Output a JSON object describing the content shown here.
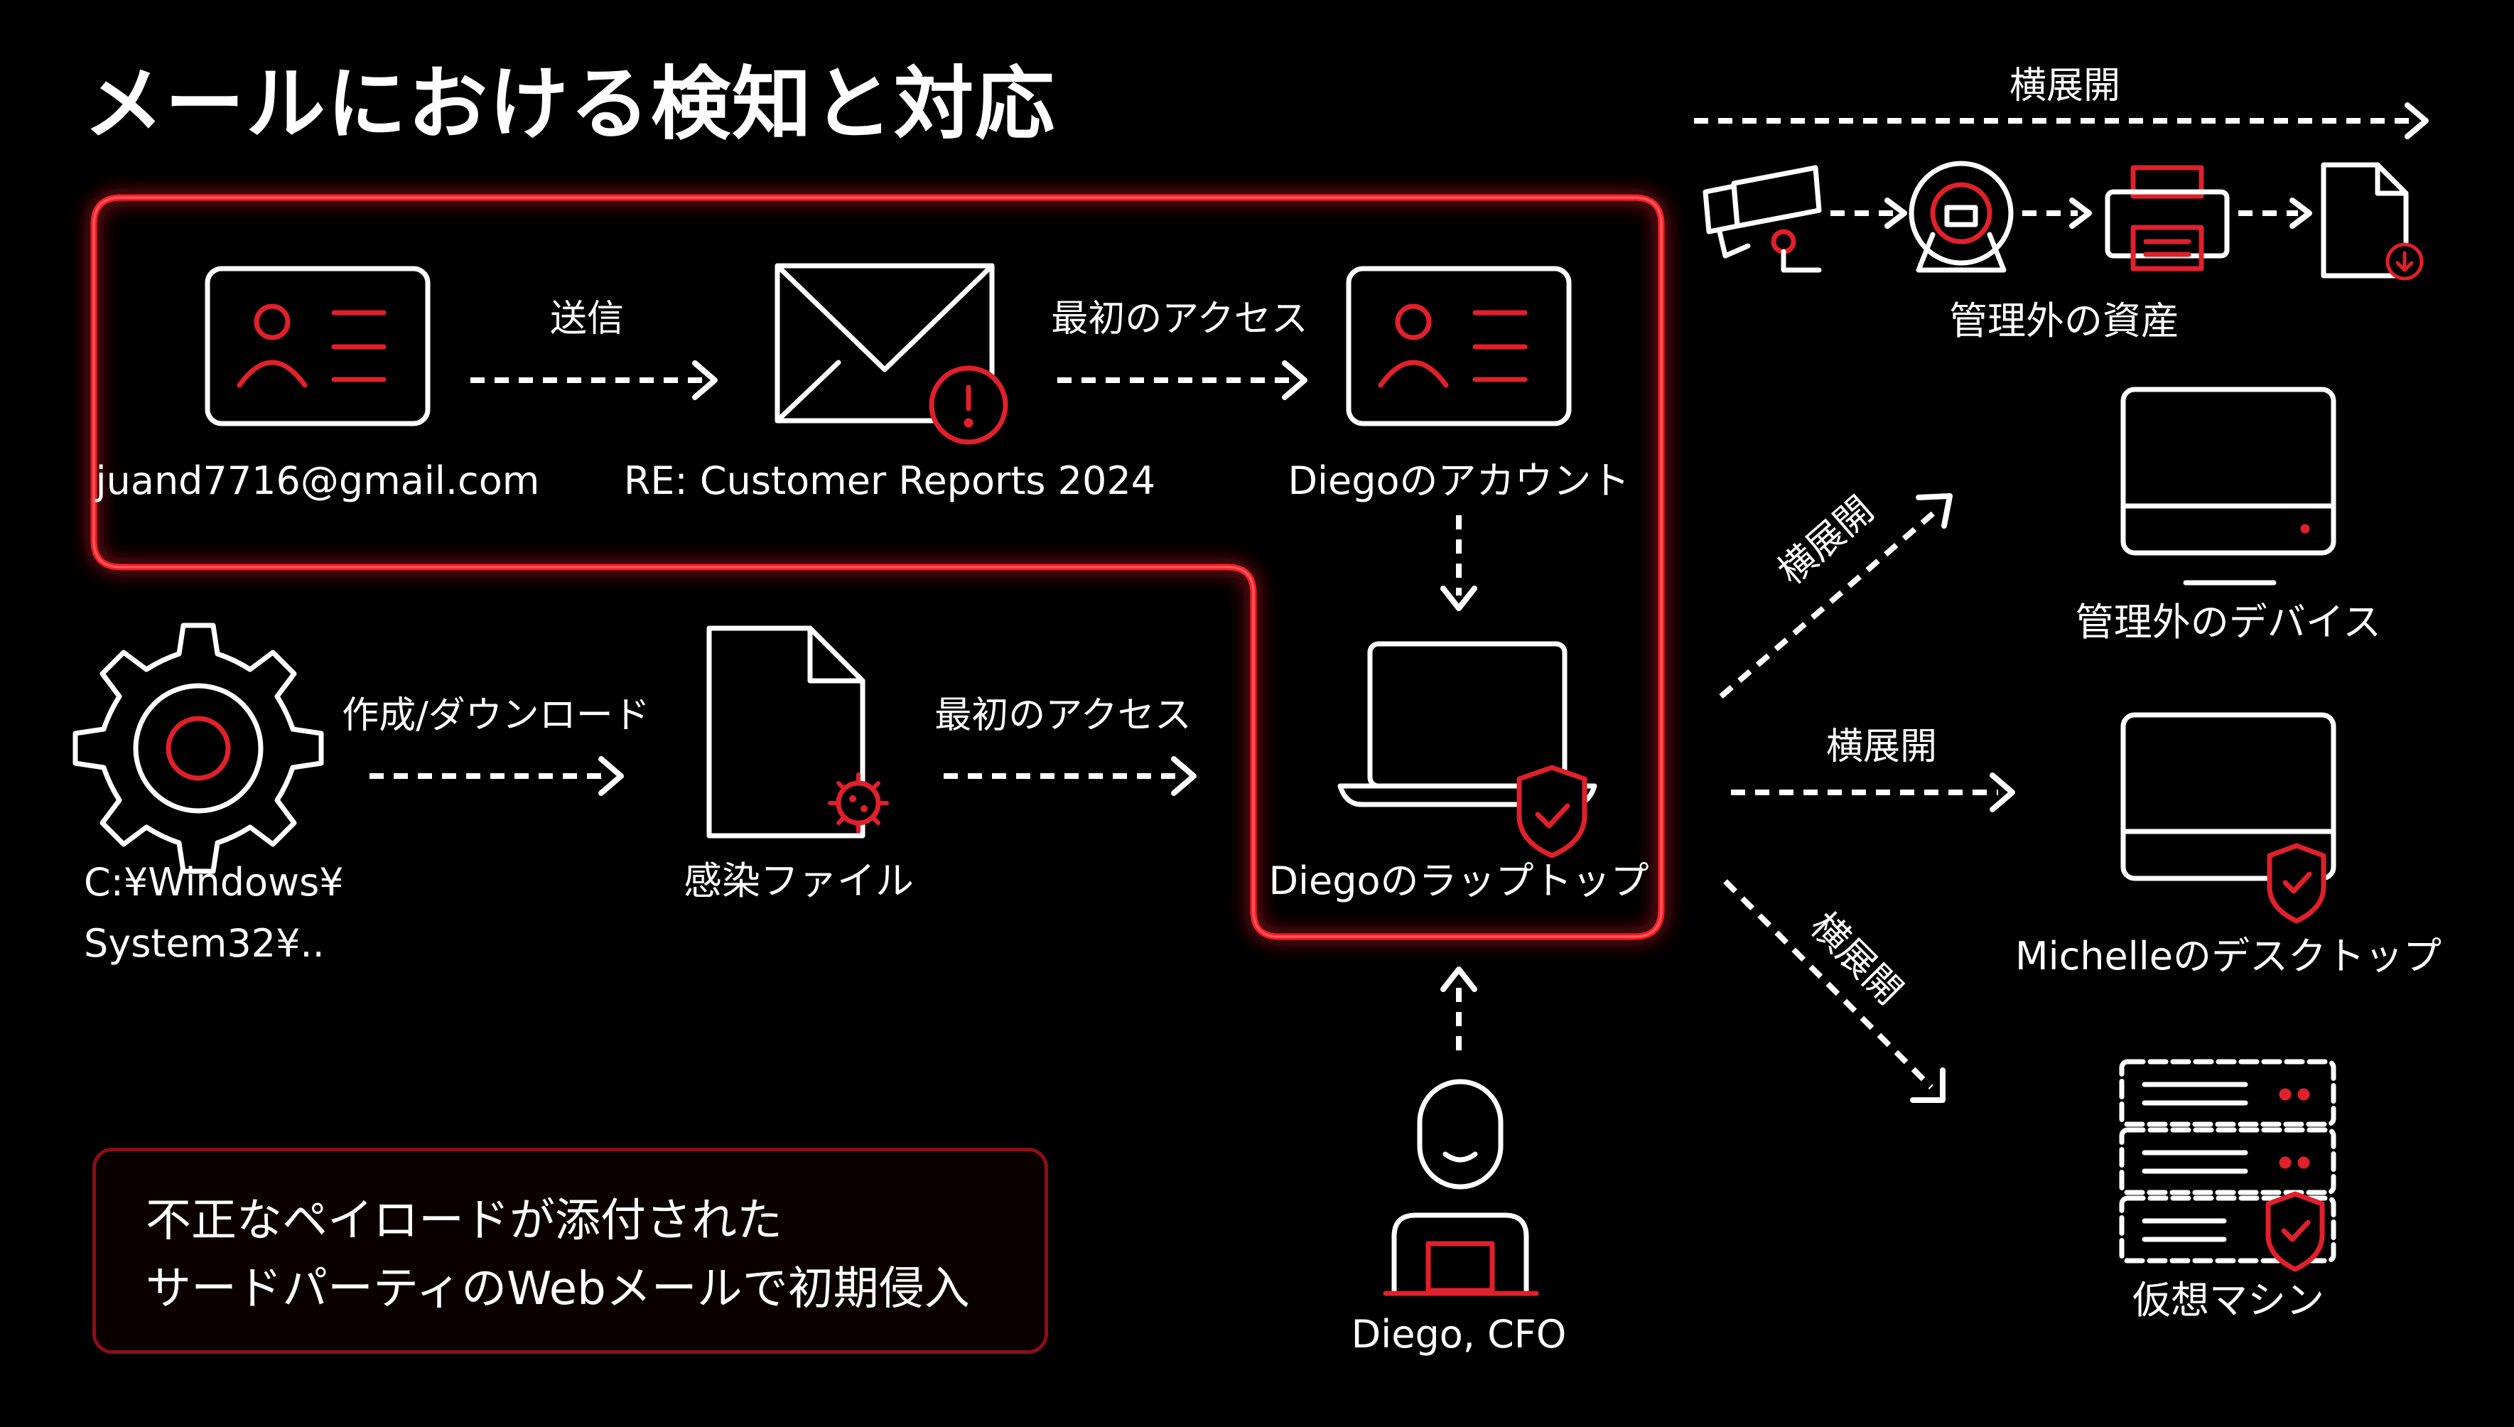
{
  "title": "メールにおける検知と対応",
  "colors": {
    "accent": "#e0202a",
    "line": "#ffffff",
    "background": "#000000"
  },
  "nodes": {
    "attacker": "juand7716@gmail.com",
    "email": "RE: Customer Reports 2024",
    "account": "Diegoのアカウント",
    "malware_path_line1": "C:¥Windows¥",
    "malware_path_line2": "System32¥..",
    "infected_file": "感染ファイル",
    "laptop": "Diegoのラップトップ",
    "user": "Diego, CFO",
    "unmanaged_assets": "管理外の資産",
    "unmanaged_device": "管理外のデバイス",
    "desktop": "Michelleのデスクトップ",
    "vm": "仮想マシン"
  },
  "edges": {
    "send": "送信",
    "first_access_1": "最初のアクセス",
    "create_download": "作成/ダウンロード",
    "first_access_2": "最初のアクセス",
    "lateral_top": "横展開",
    "lateral_up": "横展開",
    "lateral_mid": "横展開",
    "lateral_down": "横展開"
  },
  "icons": [
    "id-card-icon",
    "envelope-alert-icon",
    "gear-icon",
    "infected-file-icon",
    "laptop-shield-icon",
    "user-icon",
    "camera-icon",
    "scanner-icon",
    "printer-icon",
    "file-download-icon",
    "monitor-icon",
    "desktop-shield-icon",
    "server-shield-icon"
  ],
  "callout": {
    "line1": "不正なペイロードが添付された",
    "line2": "サードパーティのWebメールで初期侵入"
  }
}
